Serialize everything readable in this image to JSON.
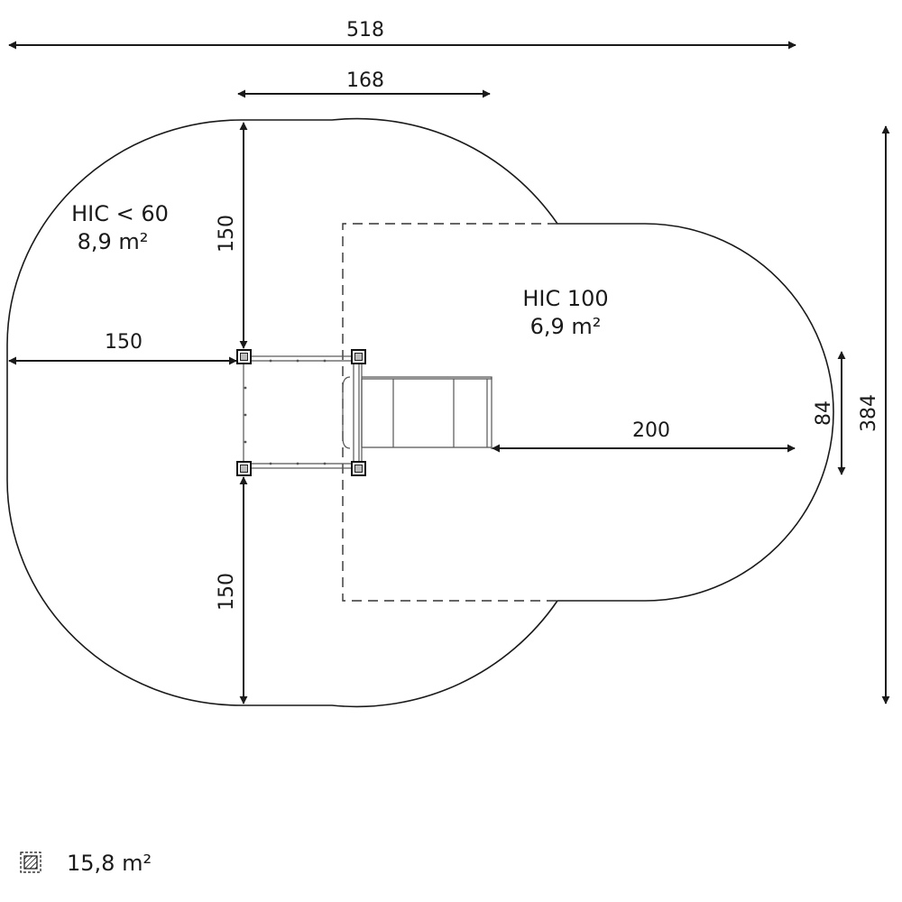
{
  "dimensions": {
    "total_width": "518",
    "deck_width": "168",
    "top_clearance": "150",
    "left_clearance": "150",
    "bottom_clearance": "150",
    "slide_clearance": "200",
    "slide_width": "84",
    "total_depth": "384"
  },
  "zones": {
    "hic60_label": "HIC < 60",
    "hic60_area": "8,9 m²",
    "hic100_label": "HIC 100",
    "hic100_area": "6,9 m²"
  },
  "legend": {
    "icon": "hatched-square-icon",
    "total_area": "15,8 m²"
  }
}
